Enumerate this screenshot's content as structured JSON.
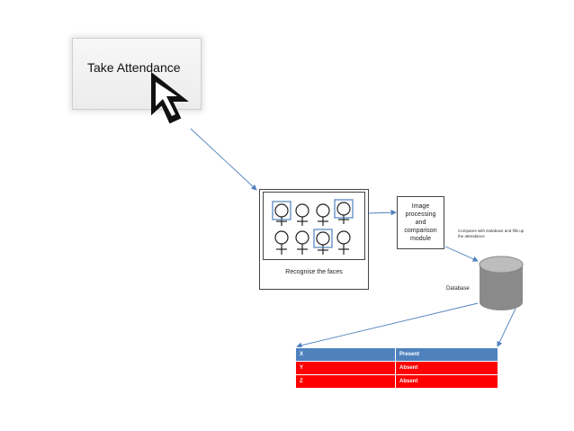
{
  "button": {
    "label": "Take Attendance"
  },
  "cursor": {
    "icon": "arrow-cursor-icon"
  },
  "faces_panel": {
    "caption": "Recognise the faces"
  },
  "module": {
    "label": "Image\nprocessing\nand\ncomparison\nmodule"
  },
  "note": {
    "text": "Compares with Database and fills up the attendance"
  },
  "database": {
    "label": "Database",
    "icon": "database-cylinder-icon"
  },
  "attendance_table": {
    "rows": [
      {
        "name": "X",
        "status": "Present",
        "color": "#4f81bd"
      },
      {
        "name": "Y",
        "status": "Absent",
        "color": "#ff0000"
      },
      {
        "name": "Z",
        "status": "Absent",
        "color": "#ff0000"
      }
    ]
  },
  "colors": {
    "arrow": "#4f81bd",
    "highlight_box": "#4f81bd"
  }
}
